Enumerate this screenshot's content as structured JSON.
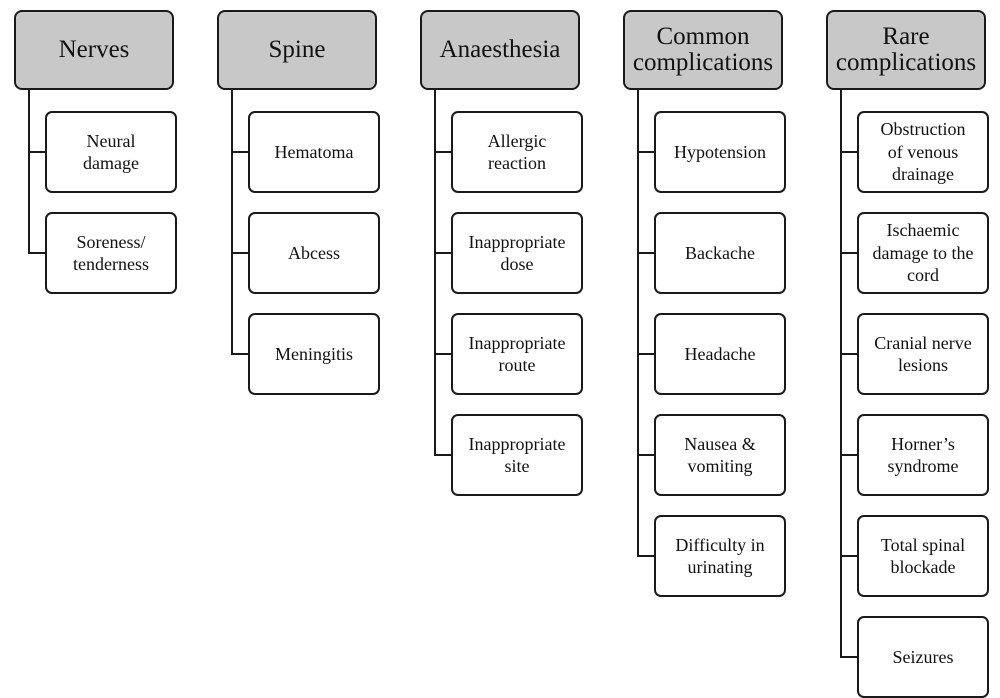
{
  "columns": [
    {
      "header": "Nerves",
      "children": [
        "Neural\ndamage",
        "Soreness/\ntenderness"
      ]
    },
    {
      "header": "Spine",
      "children": [
        "Hematoma",
        "Abcess",
        "Meningitis"
      ]
    },
    {
      "header": "Anaesthesia",
      "children": [
        "Allergic\nreaction",
        "Inappropriate\ndose",
        "Inappropriate\nroute",
        "Inappropriate\nsite"
      ]
    },
    {
      "header": "Common\ncomplications",
      "children": [
        "Hypotension",
        "Backache",
        "Headache",
        "Nausea &\nvomiting",
        "Difficulty in\nurinating"
      ]
    },
    {
      "header": "Rare\ncomplications",
      "children": [
        "Obstruction\nof venous\ndrainage",
        "Ischaemic\ndamage to the\ncord",
        "Cranial nerve\nlesions",
        "Horner’s\nsyndrome",
        "Total spinal\nblockade",
        "Seizures"
      ]
    }
  ]
}
